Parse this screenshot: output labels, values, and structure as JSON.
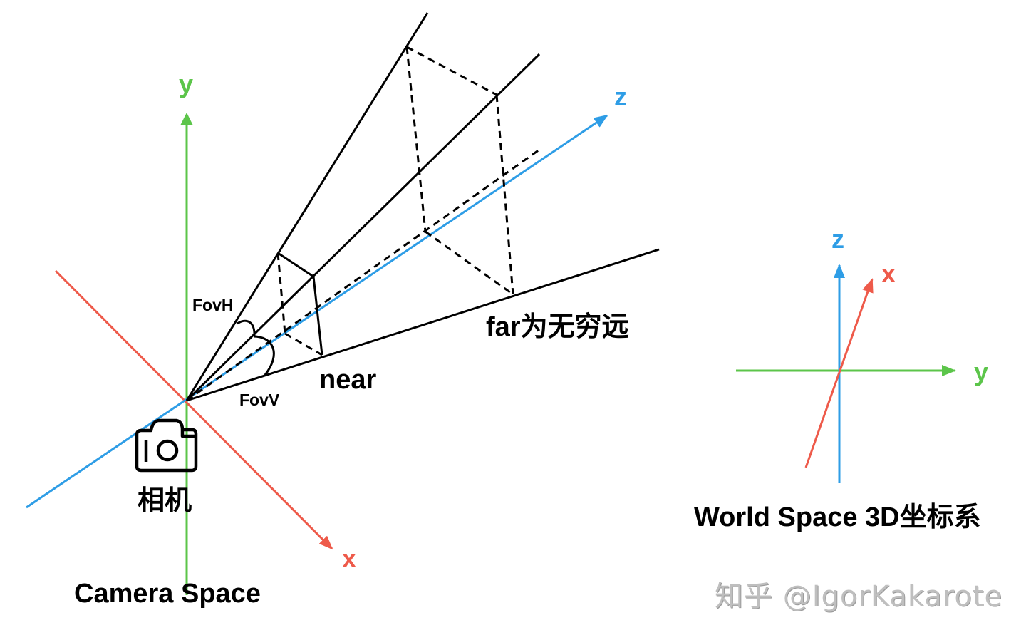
{
  "camera_space": {
    "title": "Camera Space",
    "camera_label": "相机",
    "axes": {
      "x": "x",
      "y": "y",
      "z": "z"
    },
    "labels": {
      "fov_h": "FovH",
      "fov_v": "FovV",
      "near": "near",
      "far": "far为无穷远"
    }
  },
  "world_space": {
    "title": "World Space 3D坐标系",
    "axes": {
      "x": "x",
      "y": "y",
      "z": "z"
    }
  },
  "watermark": "知乎 @IgorKakarote",
  "colors": {
    "x_axis": "#ee5a4a",
    "y_axis": "#5cc54a",
    "z_axis": "#2e9de6",
    "frustum": "#000000",
    "watermark": "#bfbfbf"
  }
}
